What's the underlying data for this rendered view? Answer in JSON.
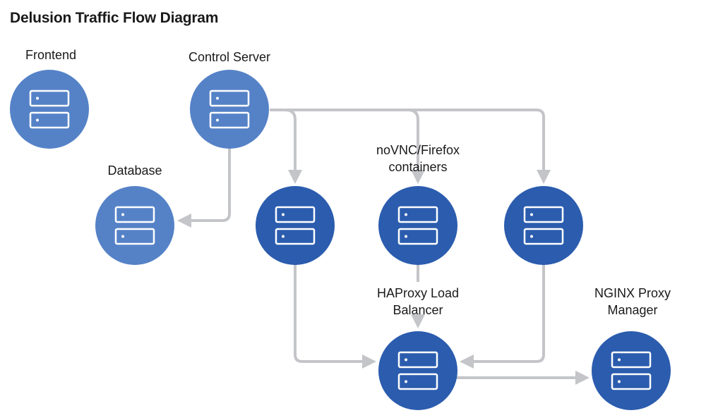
{
  "title": "Delusion Traffic Flow Diagram",
  "colors": {
    "light_node": "#5582c7",
    "dark_node": "#2b5cae",
    "connector": "#c4c5c9",
    "icon_stroke": "#ffffff"
  },
  "nodes": {
    "frontend": {
      "label": "Frontend",
      "style": "light"
    },
    "control_server": {
      "label": "Control Server",
      "style": "light"
    },
    "database": {
      "label": "Database",
      "style": "light"
    },
    "container_left": {
      "label": "",
      "style": "dark"
    },
    "novnc_containers": {
      "label": "noVNC/Firefox\ncontainers",
      "style": "dark"
    },
    "container_right": {
      "label": "",
      "style": "dark"
    },
    "haproxy": {
      "label": "HAProxy Load\nBalancer",
      "style": "dark"
    },
    "nginx": {
      "label": "NGINX Proxy\nManager",
      "style": "dark"
    }
  },
  "edges": [
    {
      "from": "control_server",
      "to": "database"
    },
    {
      "from": "control_server",
      "to": "container_left"
    },
    {
      "from": "control_server",
      "to": "novnc_containers"
    },
    {
      "from": "control_server",
      "to": "container_right"
    },
    {
      "from": "container_left",
      "to": "haproxy"
    },
    {
      "from": "novnc_containers",
      "to": "haproxy"
    },
    {
      "from": "container_right",
      "to": "haproxy"
    },
    {
      "from": "haproxy",
      "to": "nginx"
    }
  ]
}
